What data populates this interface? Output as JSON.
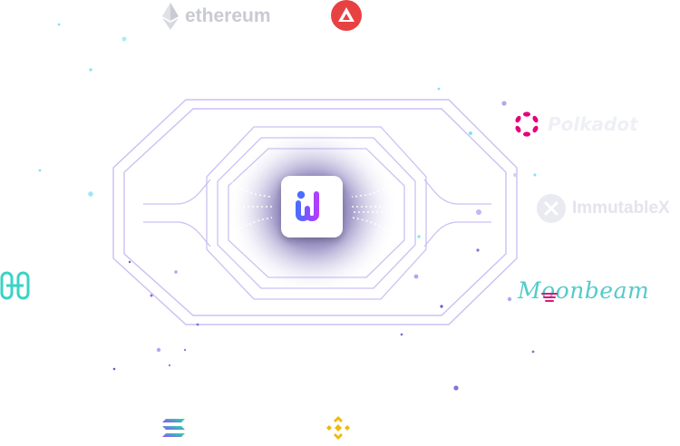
{
  "chains": {
    "ethereum": {
      "label": "ethereum",
      "color": "#c9cbd3"
    },
    "avalanche": {
      "label": "",
      "color": "#e84142"
    },
    "polkadot": {
      "label": "Polkadot",
      "color": "#e6007a",
      "text_color": "#eef0f5"
    },
    "immutablex": {
      "label": "ImmutableX",
      "color": "#e9ebf0"
    },
    "moonbeam": {
      "label": "Moonbeam",
      "color": "#53cbc9",
      "accent": "#e1147b"
    },
    "harmony": {
      "label": "",
      "color": "#39d3c4"
    },
    "solana": {
      "label": "",
      "color": "#9945ff"
    },
    "bnb": {
      "label": "",
      "color": "#f0b90b"
    }
  },
  "hub": {
    "icon": "w-logo-icon",
    "gradient_start": "#4b6dff",
    "gradient_end": "#b23cff"
  },
  "colors": {
    "track": "#c9b8f2",
    "glow": "#5a4d9e",
    "dot_cyan": "#7fe3f2",
    "dot_purple": "#a07fe8"
  }
}
